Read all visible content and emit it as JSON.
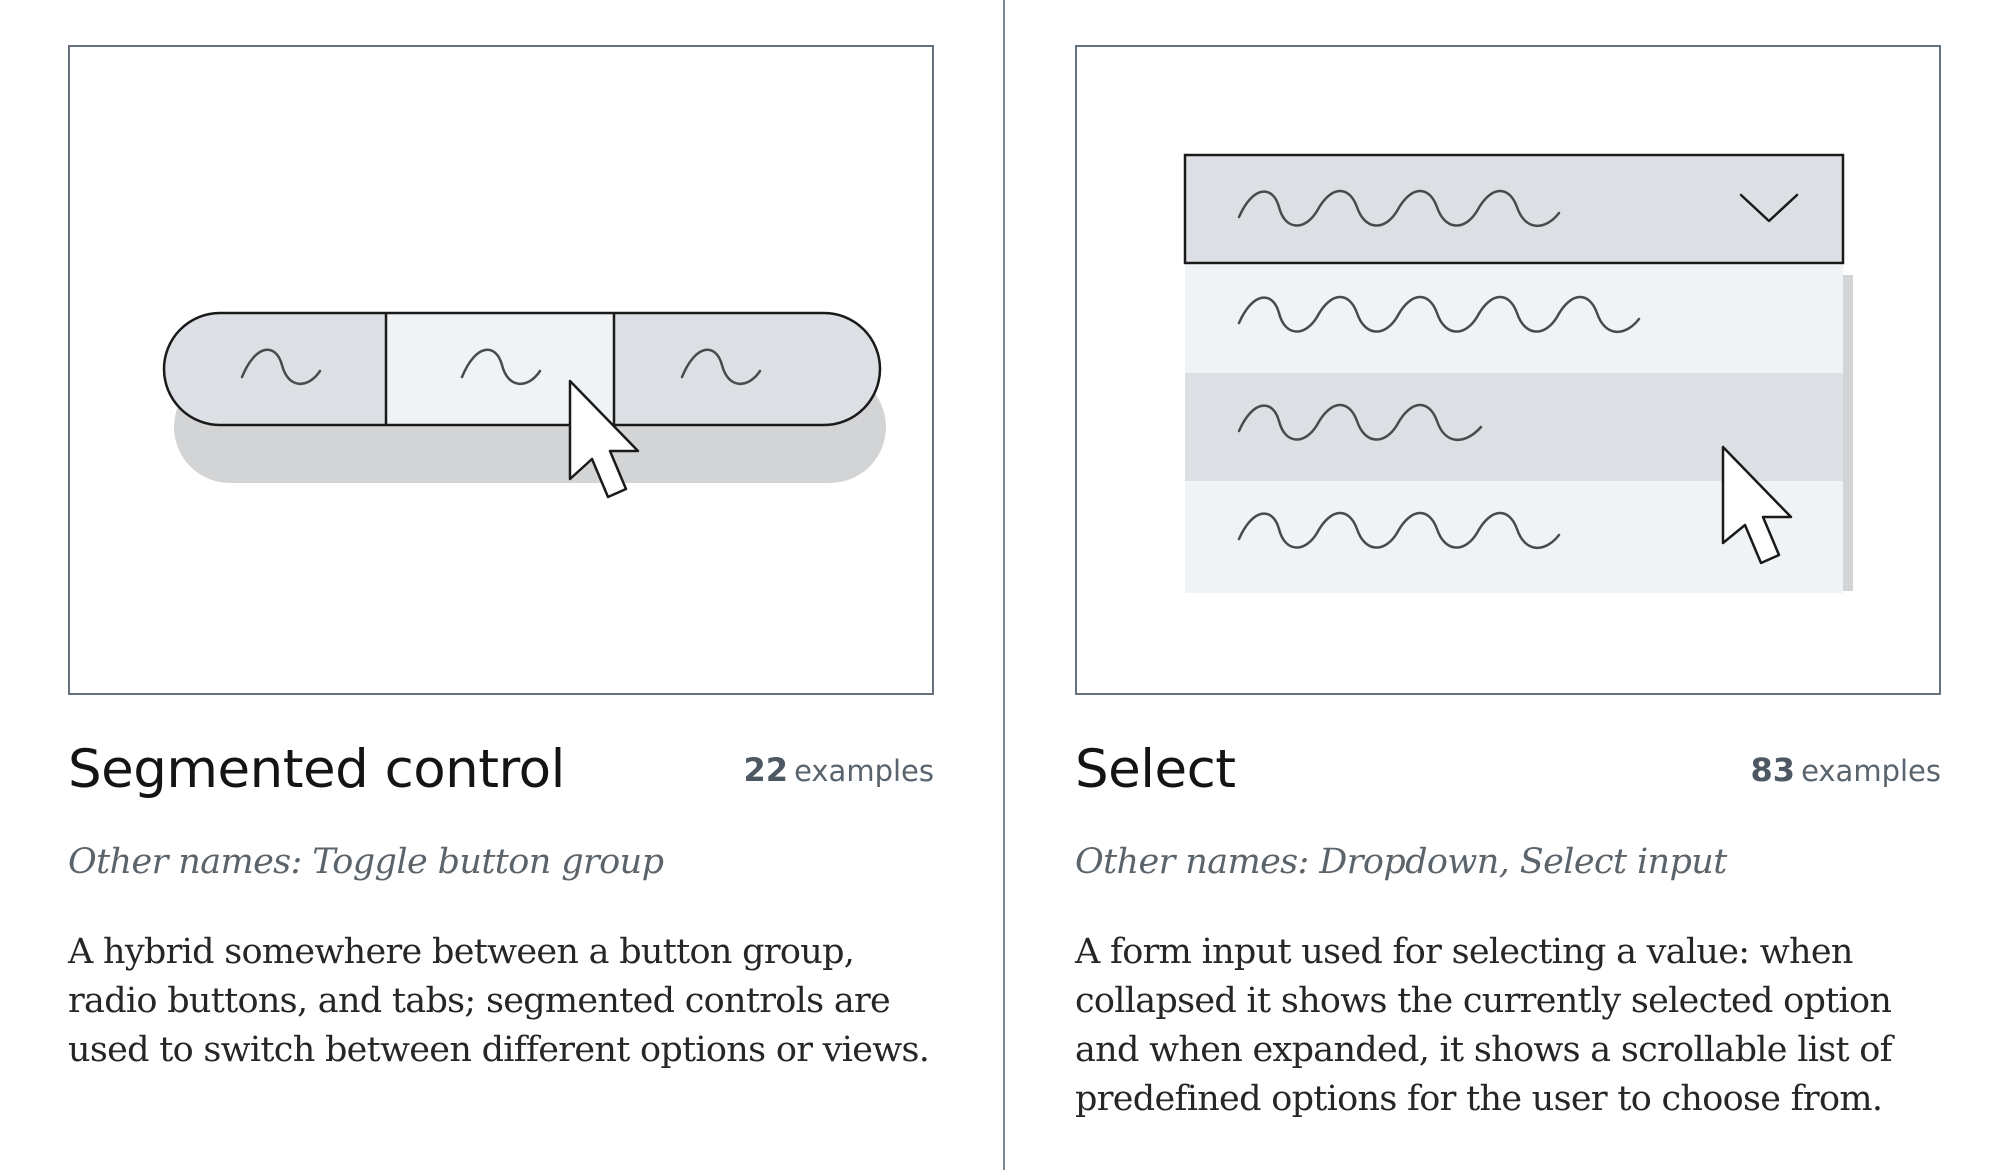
{
  "components": [
    {
      "title": "Segmented control",
      "count": "22",
      "count_unit": "examples",
      "other_names": "Other names: Toggle button group",
      "description": "A hybrid somewhere between a button group, radio buttons, and tabs; segmented controls are used to switch between different options or views."
    },
    {
      "title": "Select",
      "count": "83",
      "count_unit": "examples",
      "other_names": "Other names: Dropdown, Select input",
      "description": "A form input used for selecting a value: when collapsed it shows the currently selected option and when expanded, it shows a scrollable list of predefined options for the user to choose from."
    }
  ],
  "colors": {
    "frame_border": "#66717d",
    "divider": "#7d8792",
    "illustration_fill": "#dce0e5",
    "illustration_light": "#eff3f5",
    "shadow": "#d3d4d6",
    "stroke": "#1a1a1a"
  },
  "icons": {
    "cursor": "pointer-cursor-icon",
    "chevron": "chevron-down-icon",
    "placeholder_text": "squiggle-placeholder"
  }
}
